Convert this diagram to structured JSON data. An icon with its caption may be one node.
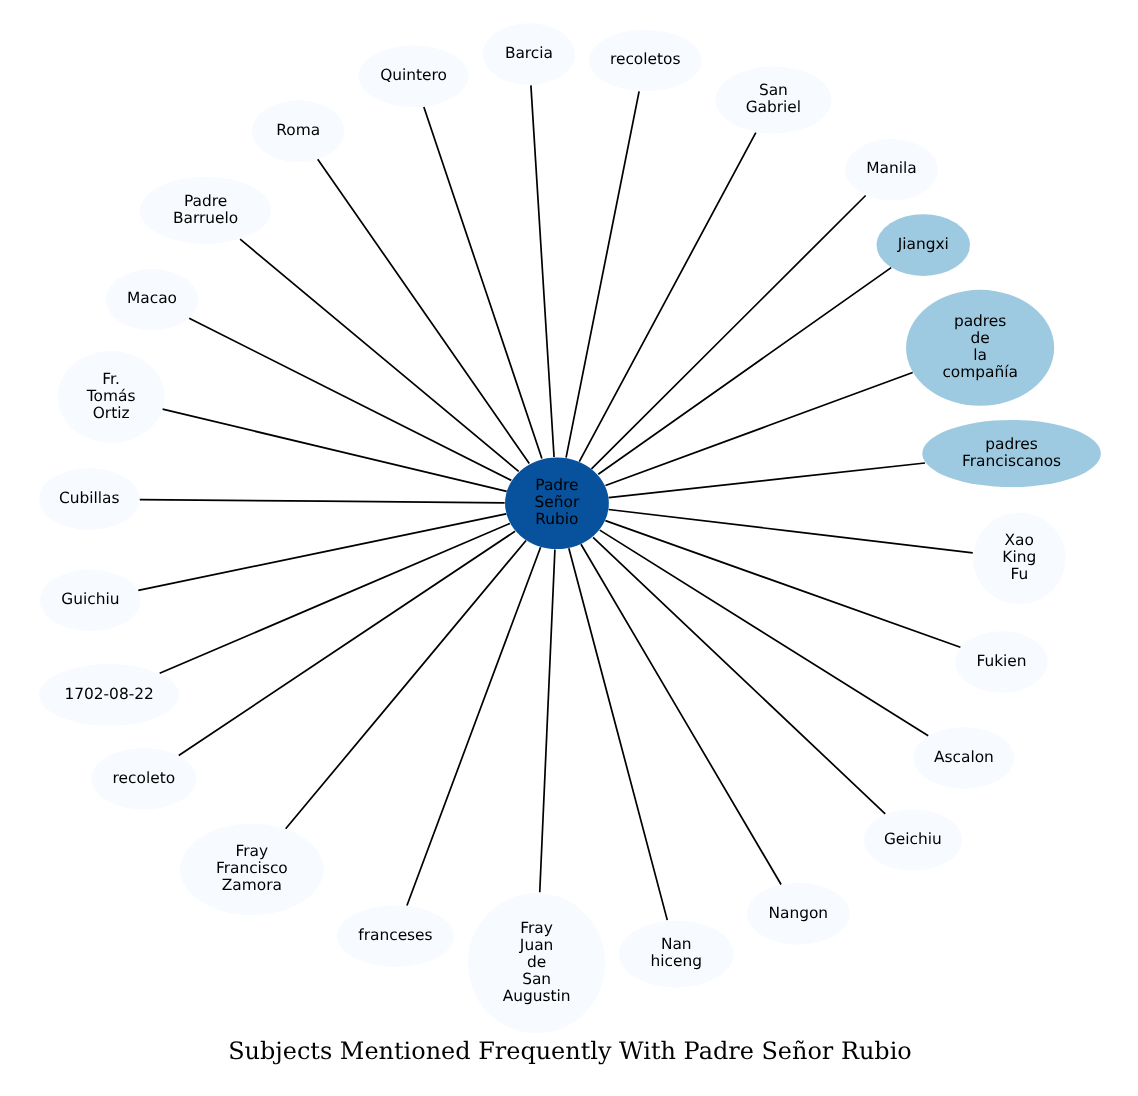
{
  "diagram": {
    "title": "Subjects Mentioned Frequently With Padre Señor Rubio",
    "nodes": [
      {
        "text": [
          "Padre Señor Rubio"
        ]
      },
      {
        "text": [
          "padres Franciscanos"
        ]
      },
      {
        "text": [
          "padres de la compañía"
        ]
      },
      {
        "text": [
          "Jiangxi"
        ]
      },
      {
        "text": [
          "Manila"
        ]
      },
      {
        "text": [
          "San Gabriel"
        ]
      },
      {
        "text": [
          "recoletos"
        ]
      },
      {
        "text": [
          "Barcia"
        ]
      },
      {
        "text": [
          "Quintero"
        ]
      },
      {
        "text": [
          "Roma"
        ]
      },
      {
        "text": [
          "Padre Barruelo"
        ]
      },
      {
        "text": [
          "Macao"
        ]
      },
      {
        "text": [
          "Fr. Tomás Ortiz"
        ]
      },
      {
        "text": [
          "Cubillas"
        ]
      },
      {
        "text": [
          "Guichiu"
        ]
      },
      {
        "text": [
          "1702-08-22"
        ]
      },
      {
        "text": [
          "recoleto"
        ]
      },
      {
        "text": [
          "Fray Francisco Zamora"
        ]
      },
      {
        "text": [
          "franceses"
        ]
      },
      {
        "text": [
          "Fray Juan de San Augustin"
        ]
      },
      {
        "text": [
          "Nan hiceng"
        ]
      },
      {
        "text": [
          "Nangon"
        ]
      },
      {
        "text": [
          "Geichiu"
        ]
      },
      {
        "text": [
          "Ascalon"
        ]
      },
      {
        "text": [
          "Fukien"
        ]
      },
      {
        "text": [
          "Xao King Fu"
        ]
      }
    ],
    "edges": [
      {
        "from": 0,
        "to": 1,
        "arrow": "none"
      },
      {
        "from": 0,
        "to": 2,
        "arrow": "none"
      },
      {
        "from": 0,
        "to": 3,
        "arrow": "none"
      },
      {
        "from": 0,
        "to": 4,
        "arrow": "none"
      },
      {
        "from": 0,
        "to": 5,
        "arrow": "none"
      },
      {
        "from": 0,
        "to": 6,
        "arrow": "none"
      },
      {
        "from": 0,
        "to": 7,
        "arrow": "none"
      },
      {
        "from": 0,
        "to": 8,
        "arrow": "none"
      },
      {
        "from": 0,
        "to": 9,
        "arrow": "none"
      },
      {
        "from": 0,
        "to": 10,
        "arrow": "none"
      },
      {
        "from": 0,
        "to": 11,
        "arrow": "none"
      },
      {
        "from": 0,
        "to": 12,
        "arrow": "none"
      },
      {
        "from": 0,
        "to": 13,
        "arrow": "none"
      },
      {
        "from": 0,
        "to": 14,
        "arrow": "none"
      },
      {
        "from": 0,
        "to": 15,
        "arrow": "none"
      },
      {
        "from": 0,
        "to": 16,
        "arrow": "none"
      },
      {
        "from": 0,
        "to": 17,
        "arrow": "none"
      },
      {
        "from": 0,
        "to": 18,
        "arrow": "none"
      },
      {
        "from": 0,
        "to": 19,
        "arrow": "none"
      },
      {
        "from": 0,
        "to": 20,
        "arrow": "none"
      },
      {
        "from": 0,
        "to": 21,
        "arrow": "none"
      },
      {
        "from": 0,
        "to": 22,
        "arrow": "none"
      },
      {
        "from": 0,
        "to": 23,
        "arrow": "none"
      },
      {
        "from": 0,
        "to": 24,
        "arrow": "none"
      },
      {
        "from": 0,
        "to": 25,
        "arrow": "none"
      }
    ]
  }
}
